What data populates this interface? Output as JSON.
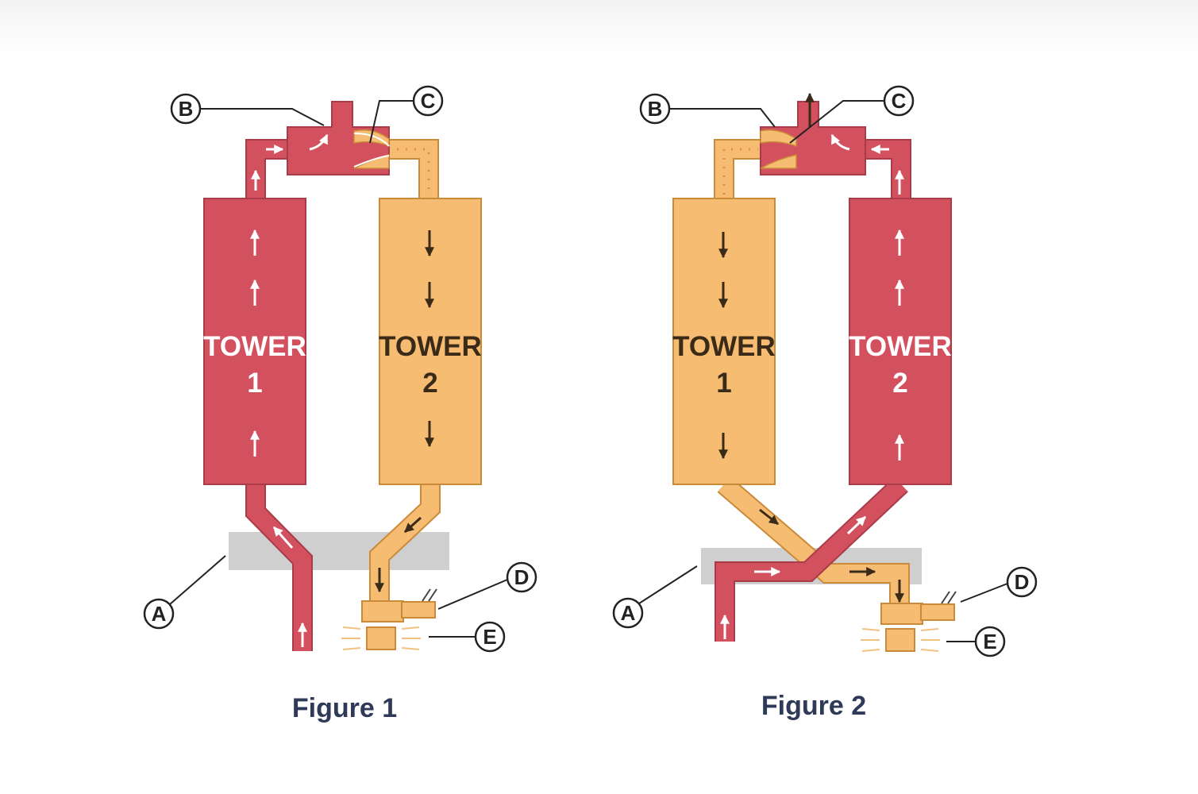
{
  "colors": {
    "red": "#d3505f",
    "red_stroke": "#a93c49",
    "orange": "#f6bd72",
    "orange_stroke": "#c98a3a",
    "gray_band": "#cfcfcf",
    "caption": "#2e3a58",
    "label_on_red": "#ffffff",
    "label_on_orange": "#3a2a18"
  },
  "figure1": {
    "caption": "Figure 1",
    "tower1": {
      "line1": "TOWER",
      "line2": "1"
    },
    "tower2": {
      "line1": "TOWER",
      "line2": "2"
    },
    "callouts": {
      "a": "A",
      "b": "B",
      "c": "C",
      "d": "D",
      "e": "E"
    }
  },
  "figure2": {
    "caption": "Figure 2",
    "tower1": {
      "line1": "TOWER",
      "line2": "1"
    },
    "tower2": {
      "line1": "TOWER",
      "line2": "2"
    },
    "callouts": {
      "a": "A",
      "b": "B",
      "c": "C",
      "d": "D",
      "e": "E"
    }
  }
}
